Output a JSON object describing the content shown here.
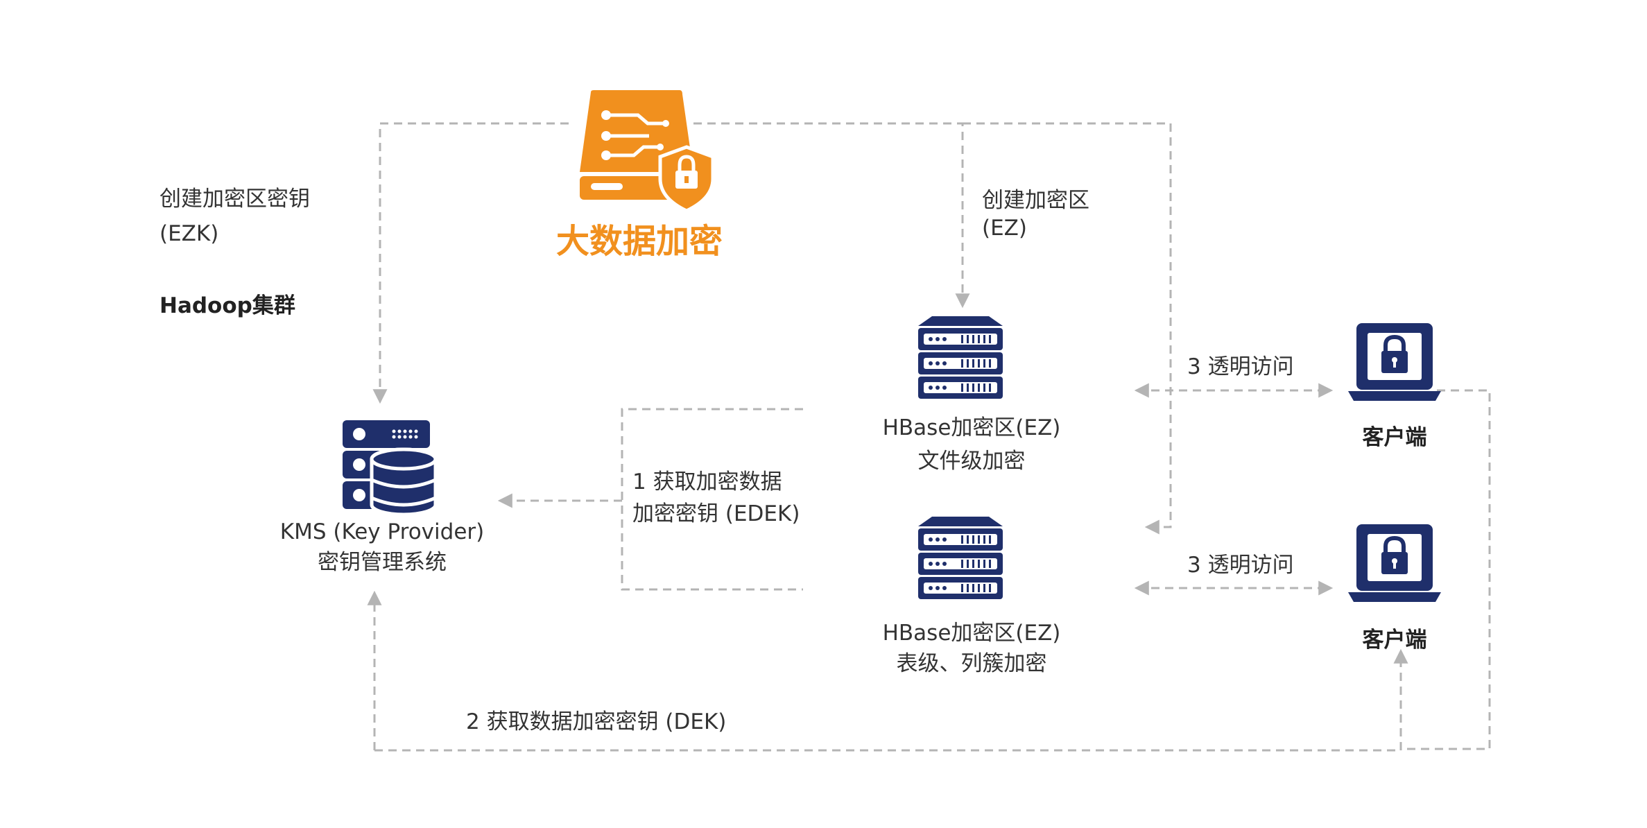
{
  "title": "大数据加密",
  "cluster_label": "Hadoop集群",
  "ezk_label": [
    "创建加密区密钥",
    "(EZK)"
  ],
  "ez_label": [
    "创建加密区",
    "(EZ)"
  ],
  "kms": {
    "line1": "KMS (Key Provider)",
    "line2": "密钥管理系统"
  },
  "hbase_top": {
    "line1": "HBase加密区(EZ)",
    "line2": "文件级加密"
  },
  "hbase_bottom": {
    "line1": "HBase加密区(EZ)",
    "line2": "表级、列簇加密"
  },
  "edek_label": [
    "1 获取加密数据",
    "加密密钥 (EDEK)"
  ],
  "dek_label": "2 获取数据加密密钥 (DEK)",
  "access_top": "3 透明访问",
  "access_bottom": "3 透明访问",
  "client_top": "客户端",
  "client_bottom": "客户端",
  "colors": {
    "accent": "#f1901e",
    "navy": "#1f2f6b",
    "line": "#b4b4b4",
    "box": "#f4f4f4"
  },
  "icons": [
    "database-shield-icon",
    "database-server-icon",
    "server-rack-icon",
    "laptop-lock-icon"
  ]
}
